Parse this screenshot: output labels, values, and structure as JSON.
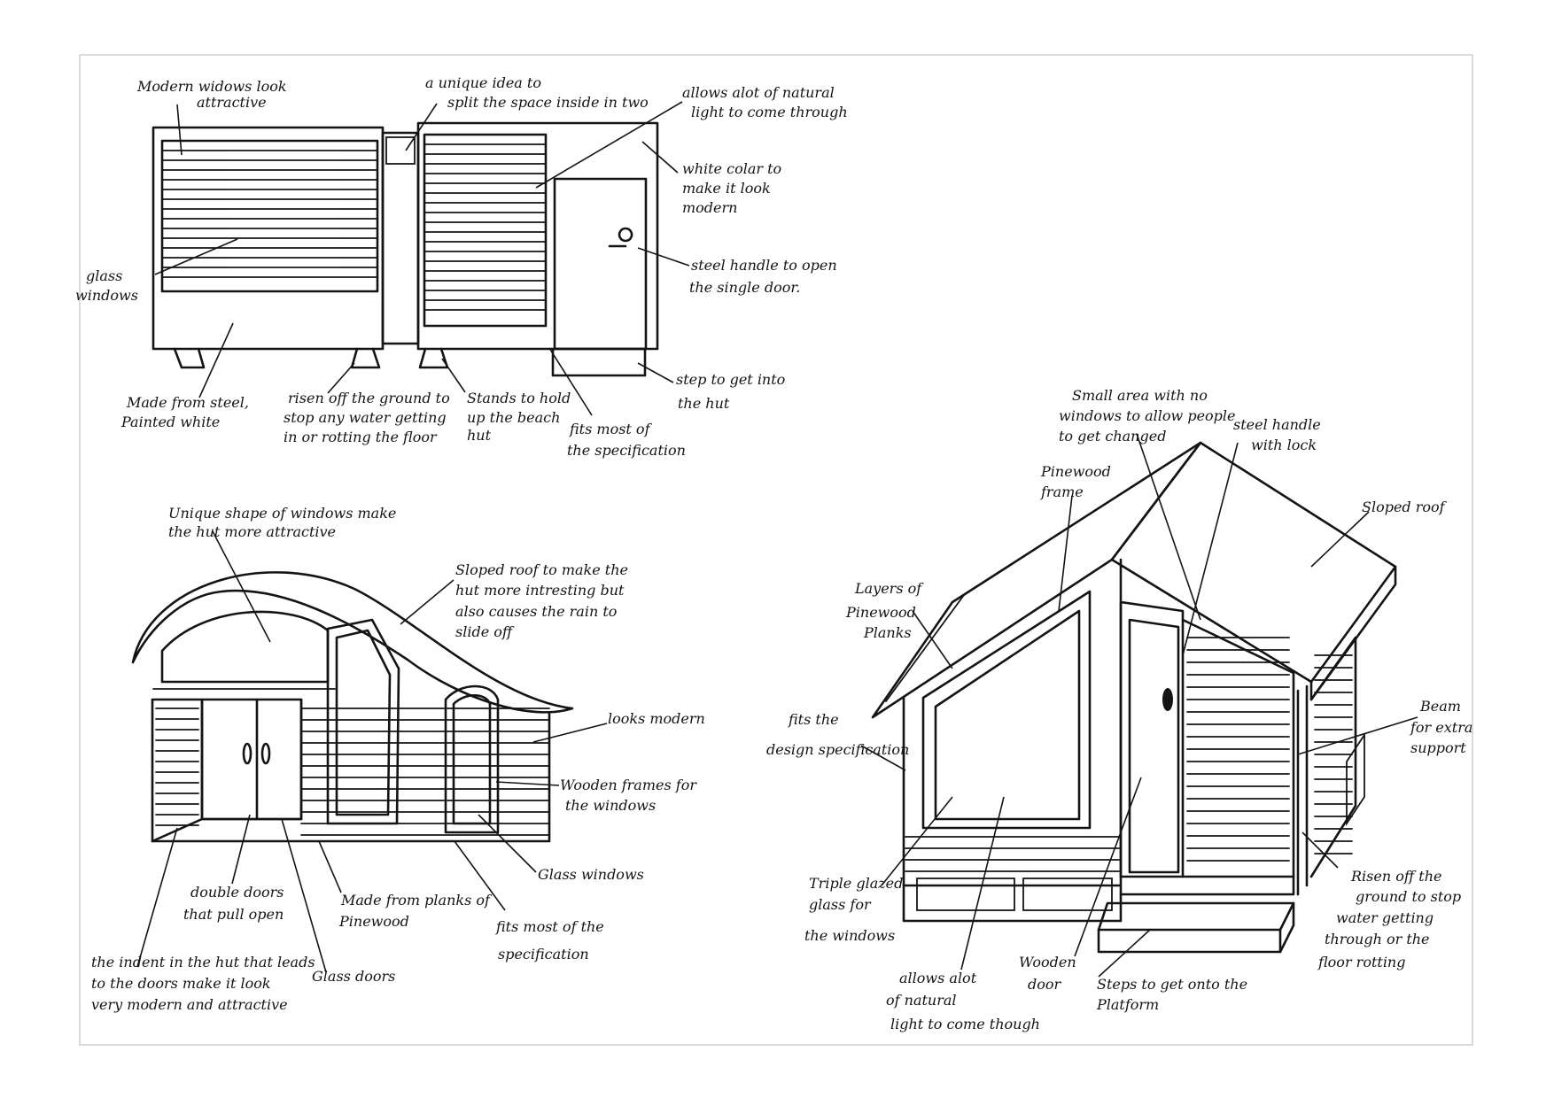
{
  "sketch_a": {
    "lbl_windows_look": [
      "Modern widows look",
      "attractive"
    ],
    "lbl_split": [
      "a unique idea to",
      "split the space inside in two"
    ],
    "lbl_light": [
      "allows alot of natural",
      "light to come through"
    ],
    "lbl_white": [
      "white colar to",
      "make it look",
      "modern"
    ],
    "lbl_glass": [
      "glass",
      "windows"
    ],
    "lbl_handle": [
      "steel handle to open",
      "the single door."
    ],
    "lbl_steel": [
      "Made from steel,",
      "Painted white"
    ],
    "lbl_risen": [
      "risen off the ground to",
      "stop any water getting",
      "in or rotting the floor"
    ],
    "lbl_stands": [
      "Stands to hold",
      "up the beach",
      "hut"
    ],
    "lbl_fits": [
      "fits most of",
      "the specification"
    ],
    "lbl_step": [
      "step to get into",
      "the hut"
    ]
  },
  "sketch_b": {
    "lbl_unique": [
      "Unique shape of windows make",
      "the hut more attractive"
    ],
    "lbl_sloped": [
      "Sloped roof to make the",
      "hut more intresting but",
      "also causes the rain to",
      "slide off"
    ],
    "lbl_modern": [
      "looks modern"
    ],
    "lbl_frames": [
      "Wooden frames for",
      "the windows"
    ],
    "lbl_glasswin": [
      "Glass windows"
    ],
    "lbl_planks": [
      "Made from planks of",
      "Pinewood"
    ],
    "lbl_fits": [
      "fits most of the",
      "specification"
    ],
    "lbl_double": [
      "double doors",
      "that pull open"
    ],
    "lbl_glassdoors": [
      "Glass doors"
    ],
    "lbl_indent": [
      "the indent in the hut that leads",
      "to the doors make it look",
      "very modern and attractive"
    ]
  },
  "sketch_c": {
    "lbl_small": [
      "Small area with no",
      "windows to allow people",
      "to get changed"
    ],
    "lbl_steel": [
      "steel handle",
      "with lock"
    ],
    "lbl_frame": [
      "Pinewood",
      "frame"
    ],
    "lbl_roof": [
      "Sloped roof"
    ],
    "lbl_layers": [
      "Layers of",
      "Pinewood",
      "Planks"
    ],
    "lbl_fits": [
      "fits the",
      "design specification"
    ],
    "lbl_beam": [
      "Beam",
      "for extra",
      "support"
    ],
    "lbl_triple": [
      "Triple glazed",
      "glass for",
      "the windows"
    ],
    "lbl_risen": [
      "Risen off the",
      "ground to stop",
      "water getting",
      "through or the",
      "floor rotting"
    ],
    "lbl_light": [
      "allows alot",
      "of natural",
      "light to come though"
    ],
    "lbl_door": [
      "Wooden",
      "door"
    ],
    "lbl_steps": [
      "Steps to get onto the",
      "Platform"
    ]
  }
}
